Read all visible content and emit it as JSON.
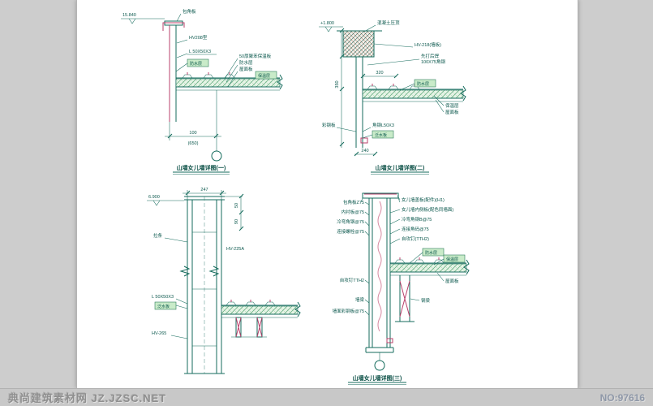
{
  "watermark": {
    "site": "典尚建筑素材网 JZ.JZSC.NET",
    "number": "NO:97616"
  },
  "details": {
    "d1": {
      "title": "山墙女儿墙详图(一)",
      "elevation": "15.840",
      "top_label": "包角板",
      "panel_label": "HV208型",
      "angle_label": "L 50X50X3",
      "waterproof_box": "防水层",
      "insulation_box": "保温层",
      "layers": [
        "50厚聚苯保温板",
        "防水层",
        "屋面板"
      ],
      "dim_width": "100",
      "dim_total": "(650)"
    },
    "d2": {
      "title": "山墙女儿墙详图(二)",
      "elevation": "+1.800",
      "cap_label": "混凝土压顶",
      "panel_label": "HV-218(墙板)",
      "anchor_line1": "先打后焊",
      "anchor_line2": "100X75角钢",
      "dim_top": "320",
      "dim_side": "350",
      "dim_bottom": "240",
      "waterproof_box": "防水层",
      "layers": [
        "保温层",
        "屋面板"
      ],
      "angle_label": "角钢L50X3",
      "flashing_box": "泛水板",
      "left_label": "彩钢板"
    },
    "d3": {
      "elevation": "6.900",
      "dim_top": "247",
      "dim_a": "50",
      "dim_b": "90",
      "tie_label": "拉条",
      "panel_upper": "HV-225A",
      "panel_lower": "HV-265",
      "angle_label": "L 50X50X3",
      "flashing_box": "泛水板"
    },
    "d4": {
      "title": "山墙女儿墙详图(三)",
      "left_labels": [
        "包角板Z75",
        "内衬板@75",
        "冷弯角钢@75",
        "连接螺栓@75",
        "自攻钉TTH2",
        "墙梁",
        "墙面彩钢板@75"
      ],
      "right_labels": [
        "女儿墙盖板(配件)(H1)",
        "女儿墙内侧板(配色同墙面)",
        "冷弯角钢B@75",
        "连接角码@75",
        "自攻钉(TTH2)"
      ],
      "waterproof_box": "防水层",
      "insulation_box": "保温层",
      "roof_label": "屋面板",
      "beam_label": "钢梁"
    }
  }
}
